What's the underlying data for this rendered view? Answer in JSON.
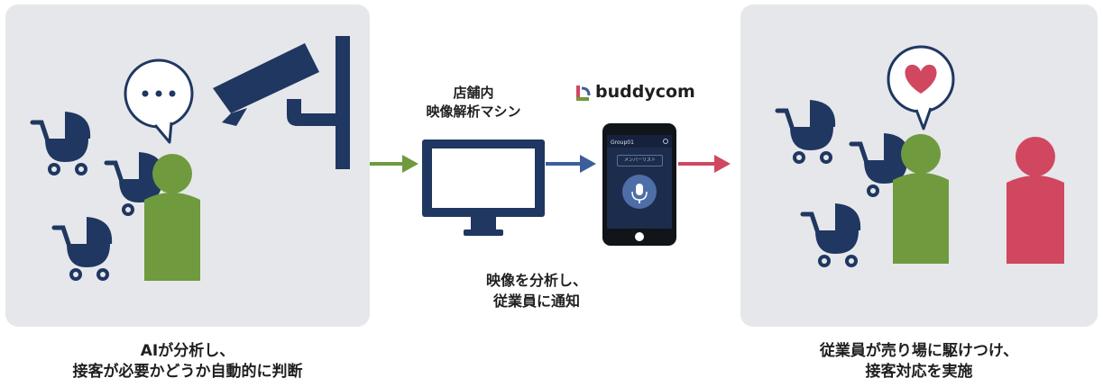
{
  "captions": {
    "left": [
      "AIが分析し、",
      "接客が必要かどうか自動的に判断"
    ],
    "middle": [
      "映像を分析し、",
      "従業員に通知"
    ],
    "right": [
      "従業員が売り場に駆けつけ、",
      "接客対応を実施"
    ],
    "machine": [
      "店舗内",
      "映像解析マシン"
    ]
  },
  "brand": {
    "name": "buddycom"
  },
  "phone": {
    "group": "Group01",
    "button": "メンバーリスト"
  },
  "colors": {
    "navy": "#1f3761",
    "green": "#6f9a3e",
    "red": "#d0475f",
    "arrow_green": "#6f9a3e",
    "arrow_blue": "#3d5e9c",
    "arrow_red": "#d0475f",
    "panel": "#e6e7ea"
  }
}
